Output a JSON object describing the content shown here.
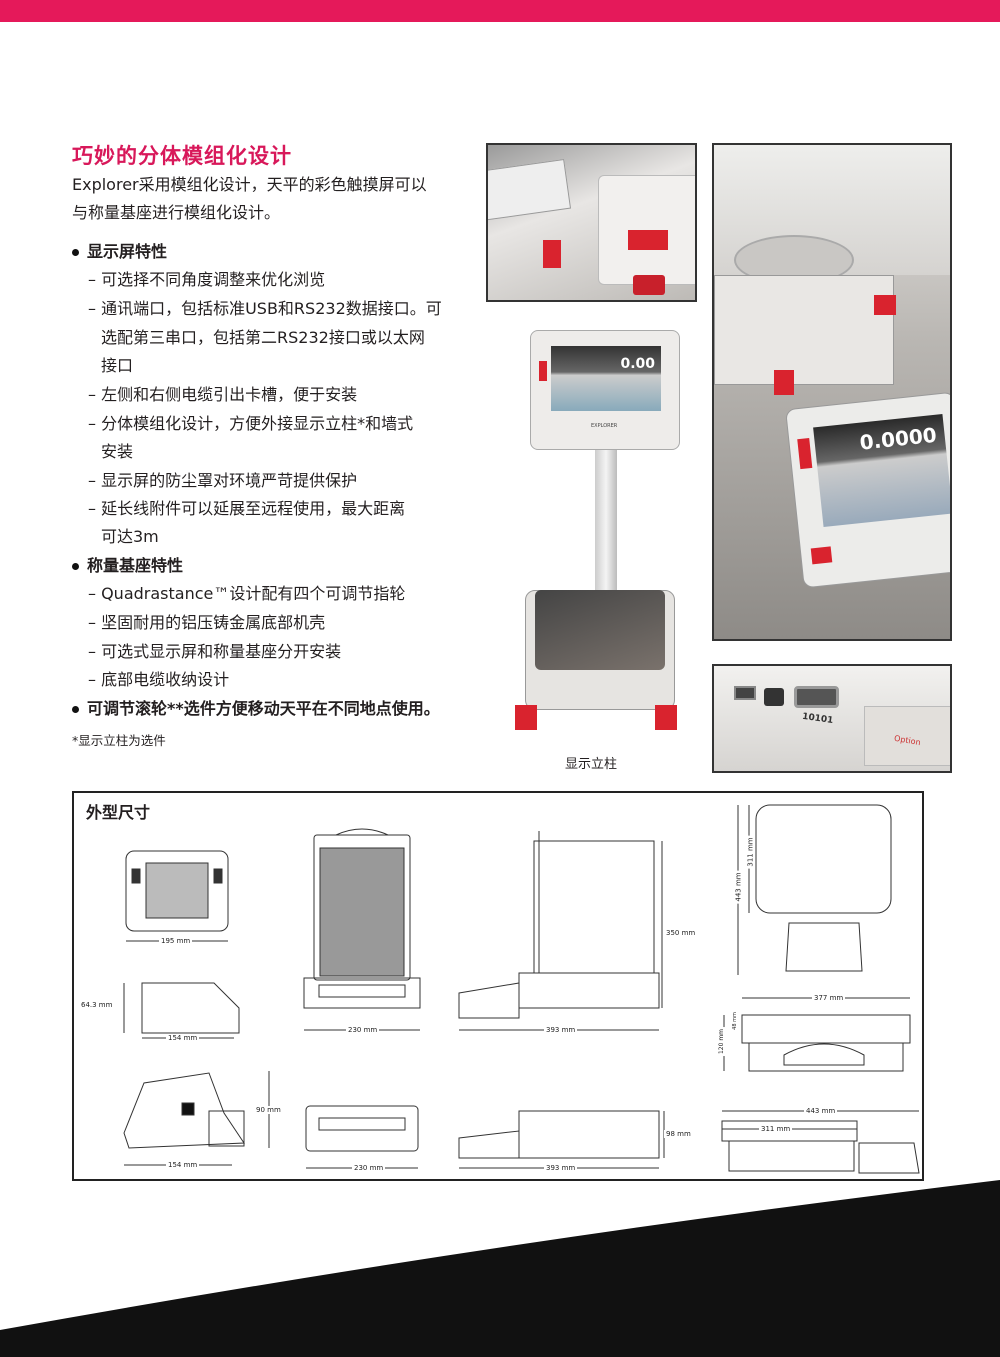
{
  "title": "巧妙的分体模组化设计",
  "intro": [
    "Explorer采用模组化设计，天平的彩色触摸屏可以",
    "与称量基座进行模组化设计。"
  ],
  "sections": [
    {
      "heading": "显示屏特性",
      "lines": [
        "– 可选择不同角度调整来优化浏览",
        "– 通讯端口，包括标准USB和RS232数据接口。可",
        "选配第三串口，包括第二RS232接口或以太网",
        "接口",
        "– 左侧和右侧电缆引出卡槽，便于安装",
        "– 分体模组化设计，方便外接显示立柱*和墙式",
        "安装",
        "– 显示屏的防尘罩对环境严苛提供保护",
        "– 延长线附件可以延展至远程使用，最大距离",
        "可达3m"
      ]
    },
    {
      "heading": "称量基座特性",
      "lines": [
        "– Quadrastance™设计配有四个可调节指轮",
        "– 坚固耐用的铝压铸金属底部机壳",
        "– 可选式显示屏和称量基座分开安装",
        "– 底部电缆收纳设计"
      ]
    },
    {
      "heading": "可调节滚轮**选件方便移动天平在不同地点使用。",
      "lines": []
    }
  ],
  "footnote": "*显示立柱为选件",
  "photos": {
    "stand_readout": "0.00",
    "display_readout": "0.0000",
    "brand": "EXPLORER",
    "port_label": "10101",
    "option_label": "Option"
  },
  "stand_caption": "显示立柱",
  "dimensions": {
    "title": "外型尺寸",
    "labels": [
      "195 mm",
      "64.3 mm",
      "154 mm",
      "230 mm",
      "393 mm",
      "350 mm",
      "90 mm",
      "154 mm",
      "230 mm",
      "393 mm",
      "98 mm",
      "311 mm",
      "443 mm",
      "377 mm",
      "48 mm",
      "120 mm",
      "443 mm",
      "311 mm"
    ]
  },
  "colors": {
    "accent": "#e5195a",
    "title": "#d8185a"
  }
}
